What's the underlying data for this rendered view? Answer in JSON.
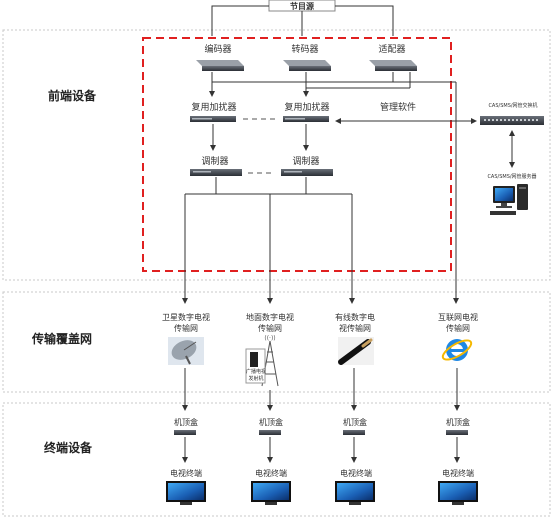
{
  "header": {
    "source": "节目源"
  },
  "sections": {
    "frontend": "前端设备",
    "transport": "传输覆盖网",
    "terminal": "终端设备"
  },
  "frontend": {
    "encoder": "编码器",
    "transcoder": "转码器",
    "adapter": "适配器",
    "mux_left": "复用加扰器",
    "mux_right": "复用加扰器",
    "management": "管理软件",
    "mod_left": "调制器",
    "mod_right": "调制器",
    "cas_switch": "CAS/SMS/网管交换机",
    "cas_server": "CAS/SMS/网管服务器"
  },
  "networks": [
    {
      "line1": "卫星数字电视",
      "line2": "传输网",
      "stb": "机顶盒",
      "tv": "电视终端"
    },
    {
      "line1": "地面数字电视",
      "line2": "传输网",
      "stb": "机顶盒",
      "tv": "电视终端"
    },
    {
      "line1": "有线数字电",
      "line2": "视传输网",
      "stb": "机顶盒",
      "tv": "电视终端"
    },
    {
      "line1": "互联网电视",
      "line2": "传输网",
      "stb": "机顶盒",
      "tv": "电视终端"
    }
  ],
  "transmitter": {
    "line1": "广播电视",
    "line2": "发射机"
  },
  "colors": {
    "dash_box": "#e02020",
    "panel_border": "#bbbbbb",
    "line": "#333333"
  }
}
